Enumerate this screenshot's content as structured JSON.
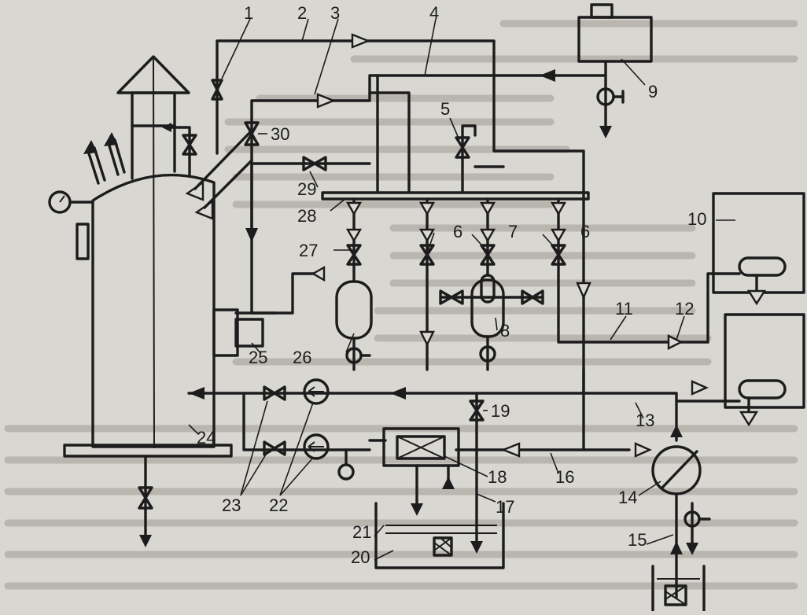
{
  "figure": {
    "labels": [
      "1",
      "2",
      "3",
      "4",
      "5",
      "6",
      "7",
      "6",
      "8",
      "9",
      "10",
      "11",
      "12",
      "13",
      "14",
      "15",
      "16",
      "17",
      "18",
      "19",
      "20",
      "21",
      "22",
      "23",
      "24",
      "25",
      "26",
      "27",
      "28",
      "29",
      "30"
    ]
  },
  "colors": {
    "ink": "#1c1c1c",
    "paper": "#d9d7d2",
    "bleed": "#b9b6b0"
  }
}
